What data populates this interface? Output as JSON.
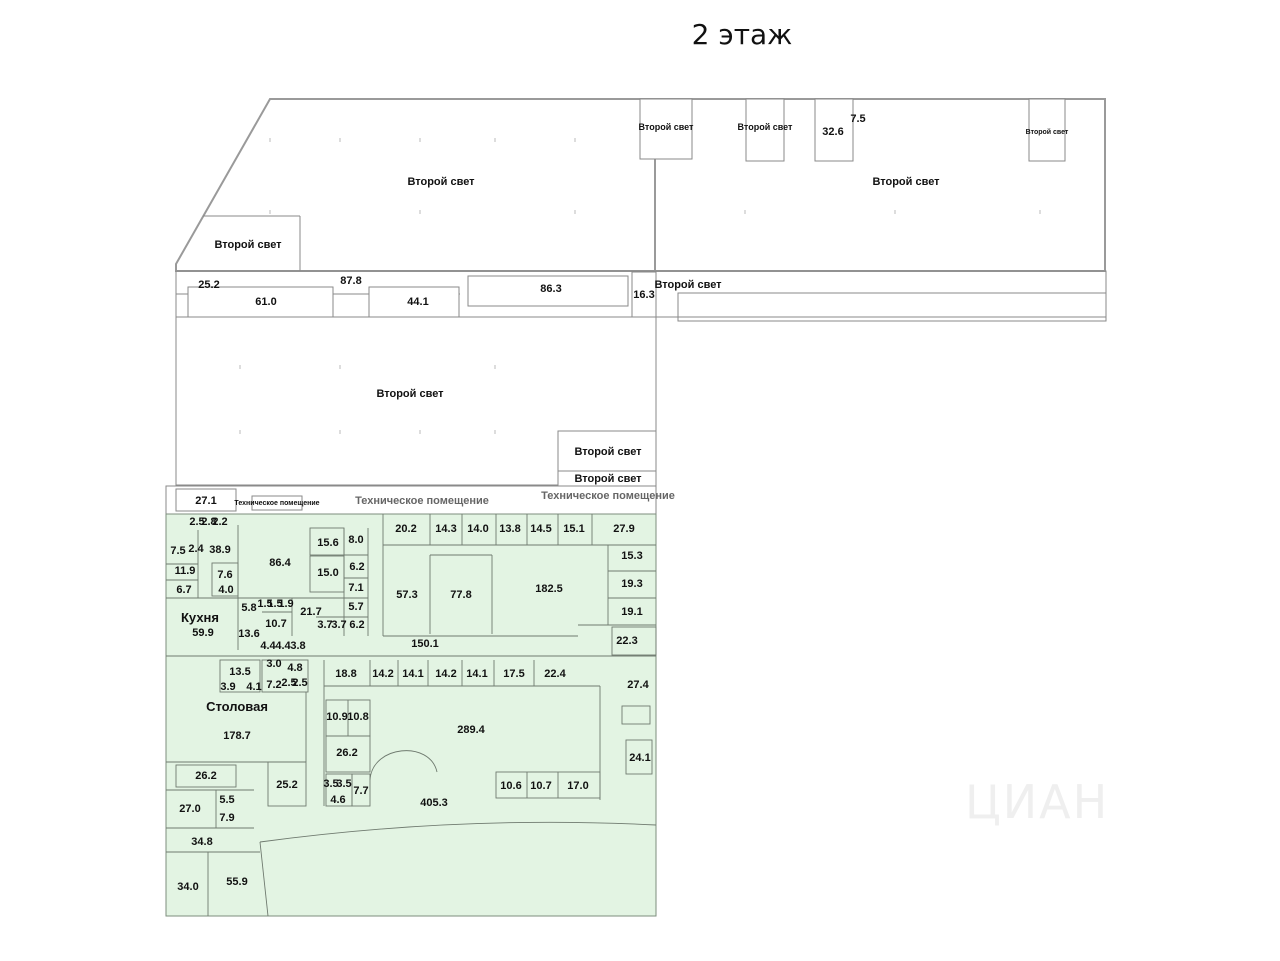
{
  "title": "2 этаж",
  "watermark": "ЦИАН",
  "colors": {
    "rented_area": "#e3f4e3",
    "walls": "#8a8a8a",
    "text": "#111111"
  },
  "labels": {
    "second_light": "Второй свет",
    "tech_room": "Техническое помещение",
    "tech_room_small": "Техническое помещение",
    "kitchen": "Кухня",
    "dining": "Столовая"
  },
  "upper_rooms": [
    "25.2",
    "87.8",
    "61.0",
    "44.1",
    "86.3",
    "16.3",
    "32.6",
    "7.5"
  ],
  "green_rooms": [
    "27.1",
    "2.5",
    "2.8",
    "2.2",
    "38.9",
    "7.5",
    "2.4",
    "11.9",
    "7.6",
    "6.7",
    "4.0",
    "86.4",
    "15.6",
    "8.0",
    "15.0",
    "6.2",
    "7.1",
    "5.8",
    "1.5",
    "1.5",
    "1.9",
    "21.7",
    "5.7",
    "10.7",
    "3.7",
    "3.7",
    "6.2",
    "59.9",
    "13.6",
    "4.4",
    "4.4",
    "3.8",
    "20.2",
    "14.3",
    "14.0",
    "13.8",
    "14.5",
    "15.1",
    "27.9",
    "57.3",
    "77.8",
    "182.5",
    "15.3",
    "19.3",
    "19.1",
    "150.1",
    "22.3",
    "13.5",
    "3.0",
    "4.8",
    "3.9",
    "4.1",
    "7.2",
    "2.5",
    "2.5",
    "18.8",
    "14.2",
    "14.1",
    "14.2",
    "14.1",
    "17.5",
    "22.4",
    "27.4",
    "10.9",
    "10.8",
    "289.4",
    "178.7",
    "26.2",
    "24.1",
    "26.2",
    "25.2",
    "3.5",
    "3.5",
    "7.7",
    "4.6",
    "10.6",
    "10.7",
    "17.0",
    "27.0",
    "5.5",
    "7.9",
    "405.3",
    "34.8",
    "34.0",
    "55.9"
  ]
}
